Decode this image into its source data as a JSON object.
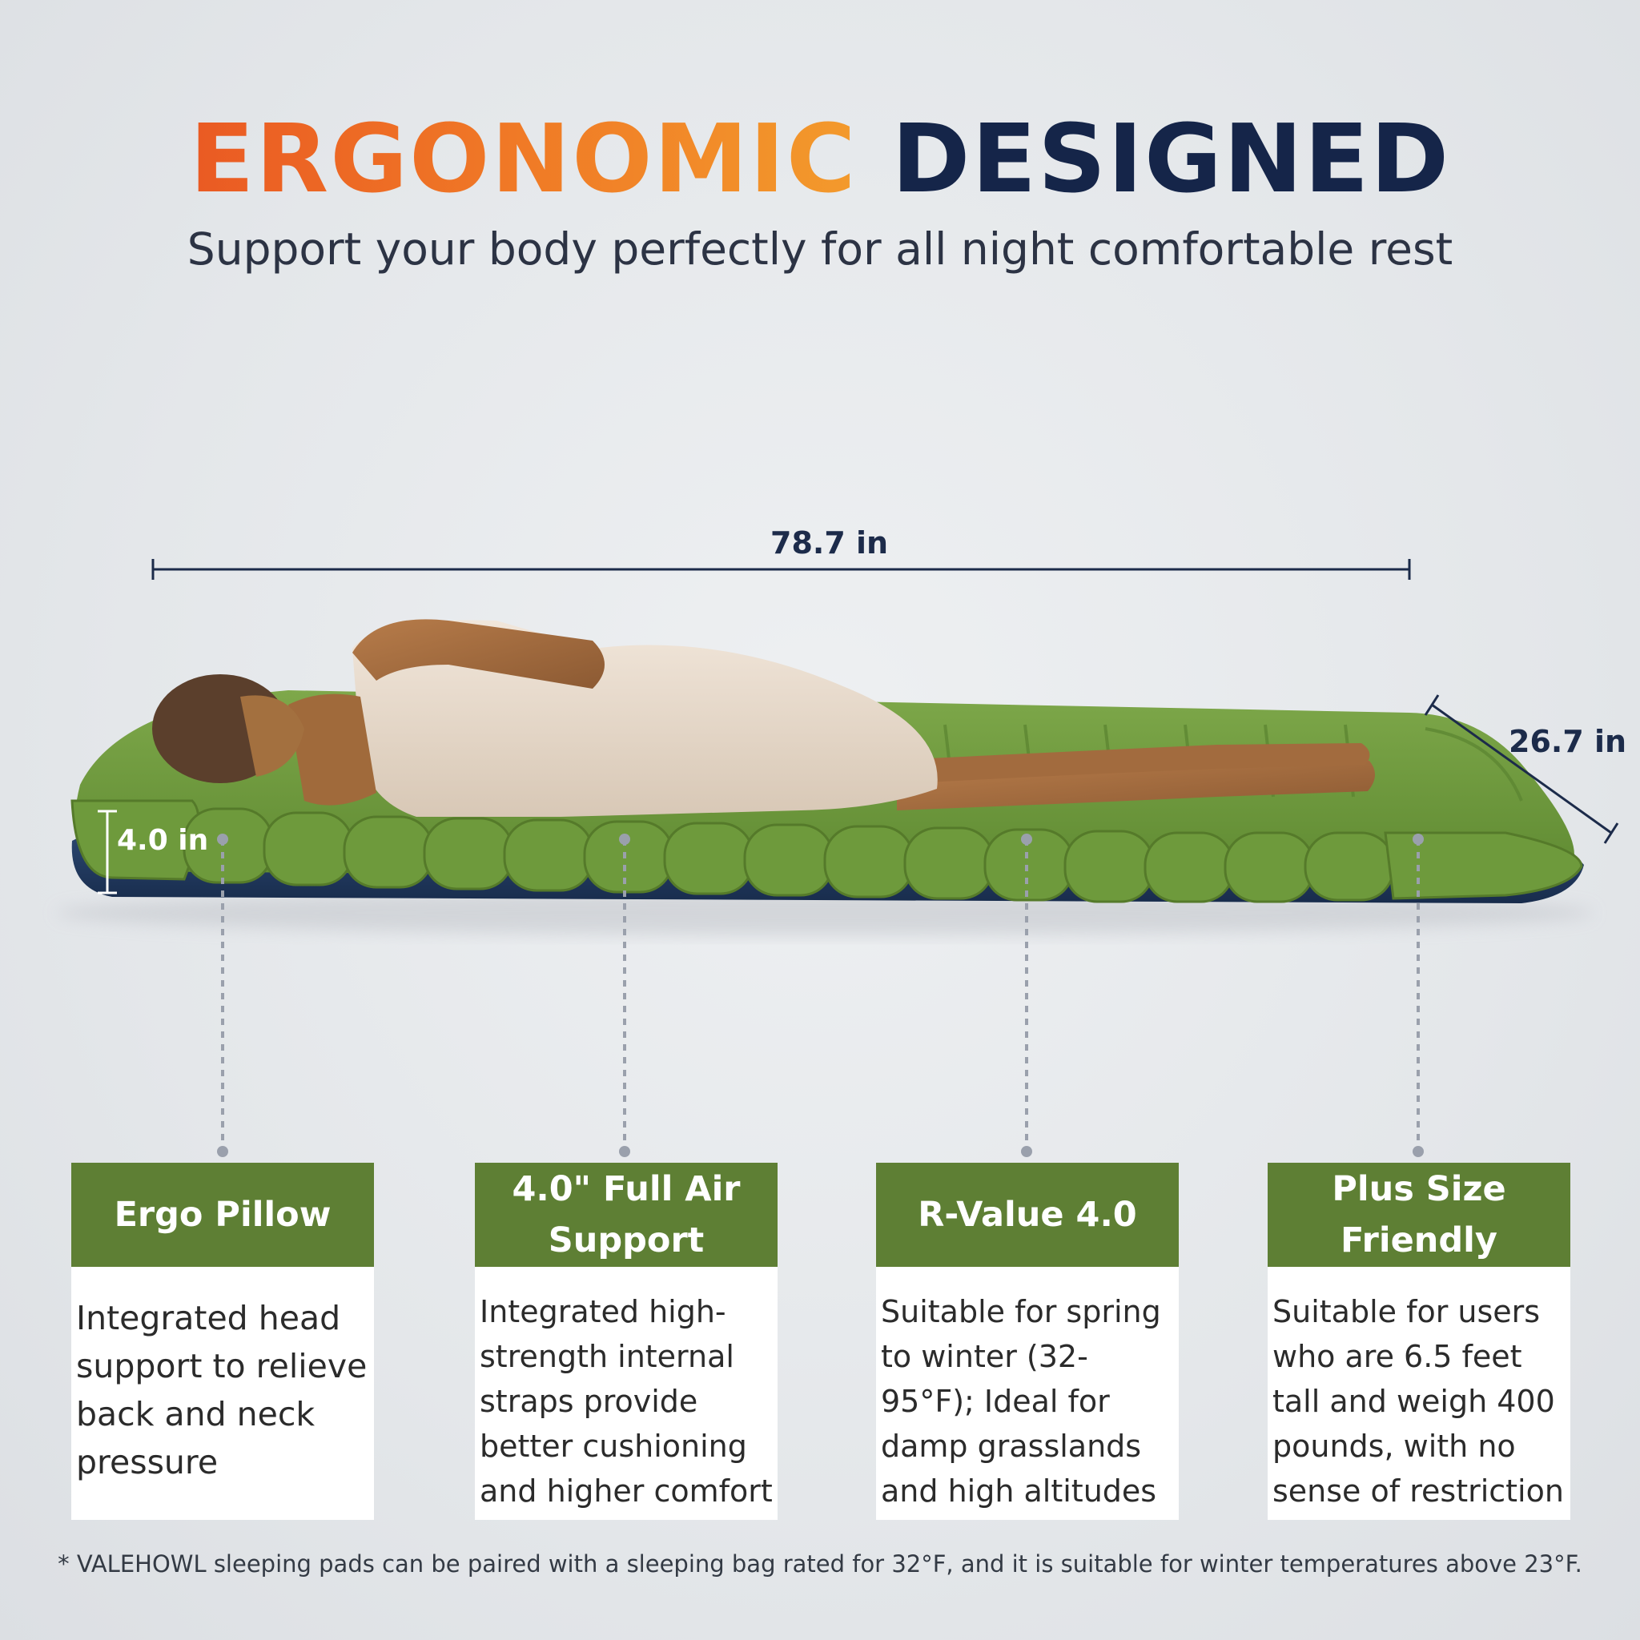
{
  "title": {
    "part1": "ERGONOMIC",
    "part2": "DESIGNED"
  },
  "subtitle": "Support your body perfectly for all night comfortable rest",
  "dimensions": {
    "length": "78.7 in",
    "width": "26.7 in",
    "height": "4.0 in"
  },
  "colors": {
    "accent_orange": "#ea5a23",
    "navy": "#152549",
    "card_green": "#5e7f34",
    "pad_green": "#6f9a3e",
    "pad_navy": "#20375c"
  },
  "cards": [
    {
      "title": "Ergo Pillow",
      "body": "Integrated head support to relieve back and neck pressure"
    },
    {
      "title": "4.0\" Full Air Support",
      "body": "Integrated high-strength internal straps provide better cushioning and higher comfort"
    },
    {
      "title": "R-Value 4.0",
      "body": "Suitable for spring to winter (32-95°F); Ideal for damp grasslands and high altitudes"
    },
    {
      "title": "Plus Size Friendly",
      "body": "Suitable for users who are 6.5 feet tall and weigh 400 pounds, with no sense of restriction"
    }
  ],
  "footnote": "* VALEHOWL sleeping pads can be paired with a sleeping bag rated for 32°F, and it is suitable for winter temperatures above 23°F."
}
